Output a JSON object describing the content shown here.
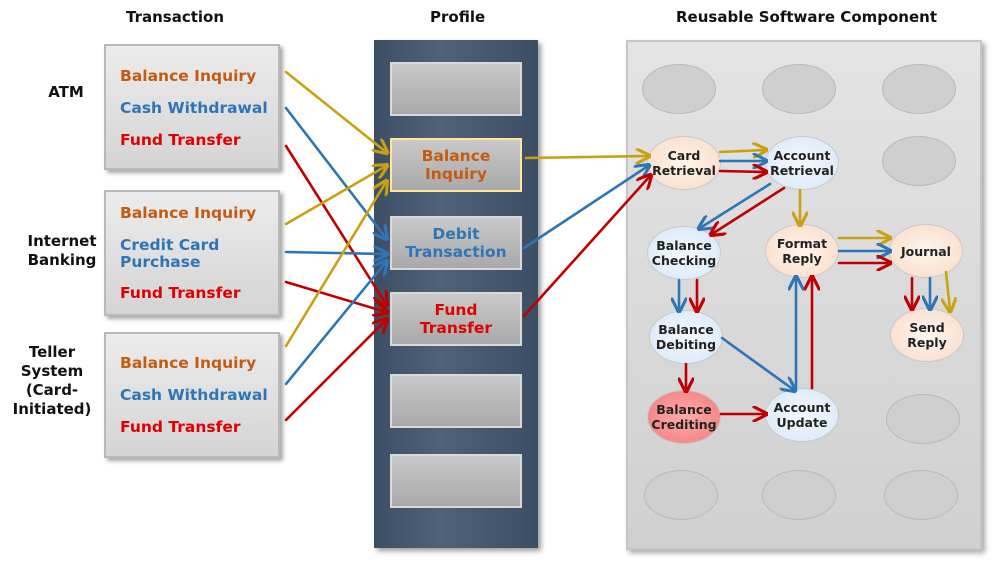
{
  "headers": {
    "transaction": "Transaction",
    "profile": "Profile",
    "component": "Reusable Software Component"
  },
  "sources": {
    "atm": "ATM",
    "internet_banking": "Internet\nBanking",
    "teller": "Teller\nSystem\n(Card-\nInitiated)"
  },
  "transactions": {
    "atm": [
      "Balance Inquiry",
      "Cash Withdrawal",
      "Fund Transfer"
    ],
    "internet": [
      "Balance Inquiry",
      "Credit Card\nPurchase",
      "Fund Transfer"
    ],
    "teller": [
      "Balance Inquiry",
      "Cash Withdrawal",
      "Fund Transfer"
    ]
  },
  "profiles": {
    "balance_inquiry": "Balance\nInquiry",
    "debit_transaction": "Debit\nTransaction",
    "fund_transfer": "Fund\nTransfer"
  },
  "components": {
    "card_retrieval": "Card\nRetrieval",
    "account_retrieval": "Account\nRetrieval",
    "balance_checking": "Balance\nChecking",
    "format_reply": "Format\nReply",
    "journal": "Journal",
    "balance_debiting": "Balance\nDebiting",
    "send_reply": "Send\nReply",
    "balance_crediting": "Balance\nCrediting",
    "account_update": "Account\nUpdate"
  },
  "colors": {
    "balance_inquiry": "#c9a010",
    "debit_transaction": "#2e75b6",
    "fund_transfer": "#c00000",
    "text_orange": "#c55a11",
    "text_blue": "#2e75b6",
    "text_red": "#e00000",
    "profile_panel": "#445669",
    "component_panel": "#dadada"
  }
}
